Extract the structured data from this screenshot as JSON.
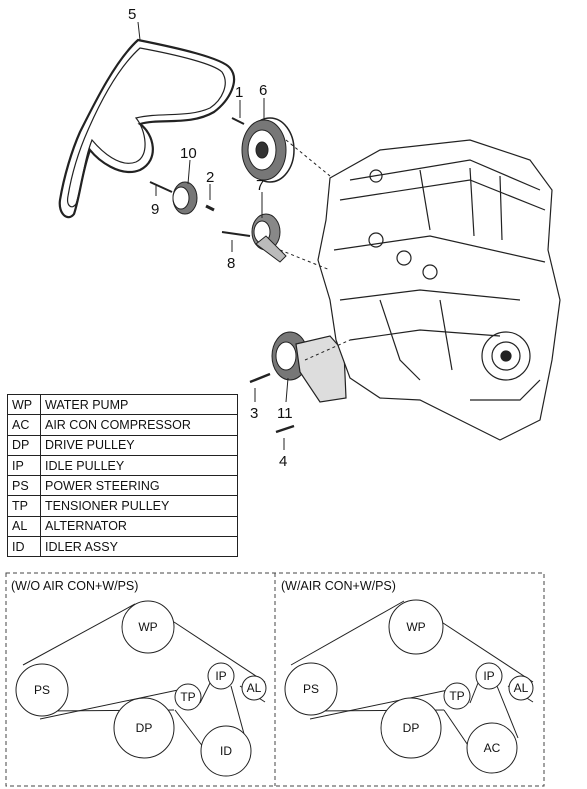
{
  "callouts": [
    "5",
    "1",
    "6",
    "10",
    "2",
    "7",
    "9",
    "8",
    "3",
    "11",
    "4"
  ],
  "legend": [
    {
      "code": "WP",
      "name": "WATER PUMP"
    },
    {
      "code": "AC",
      "name": "AIR CON COMPRESSOR"
    },
    {
      "code": "DP",
      "name": "DRIVE PULLEY"
    },
    {
      "code": "IP",
      "name": "IDLE PULLEY"
    },
    {
      "code": "PS",
      "name": "POWER STEERING"
    },
    {
      "code": "TP",
      "name": "TENSIONER PULLEY"
    },
    {
      "code": "AL",
      "name": "ALTERNATOR"
    },
    {
      "code": "ID",
      "name": "IDLER ASSY"
    }
  ],
  "layouts": [
    {
      "title": "(W/O AIR CON+W/PS)",
      "pulleys": [
        "WP",
        "PS",
        "TP",
        "DP",
        "IP",
        "AL",
        "ID"
      ]
    },
    {
      "title": "(W/AIR CON+W/PS)",
      "pulleys": [
        "WP",
        "PS",
        "TP",
        "DP",
        "IP",
        "AL",
        "AC"
      ]
    }
  ]
}
